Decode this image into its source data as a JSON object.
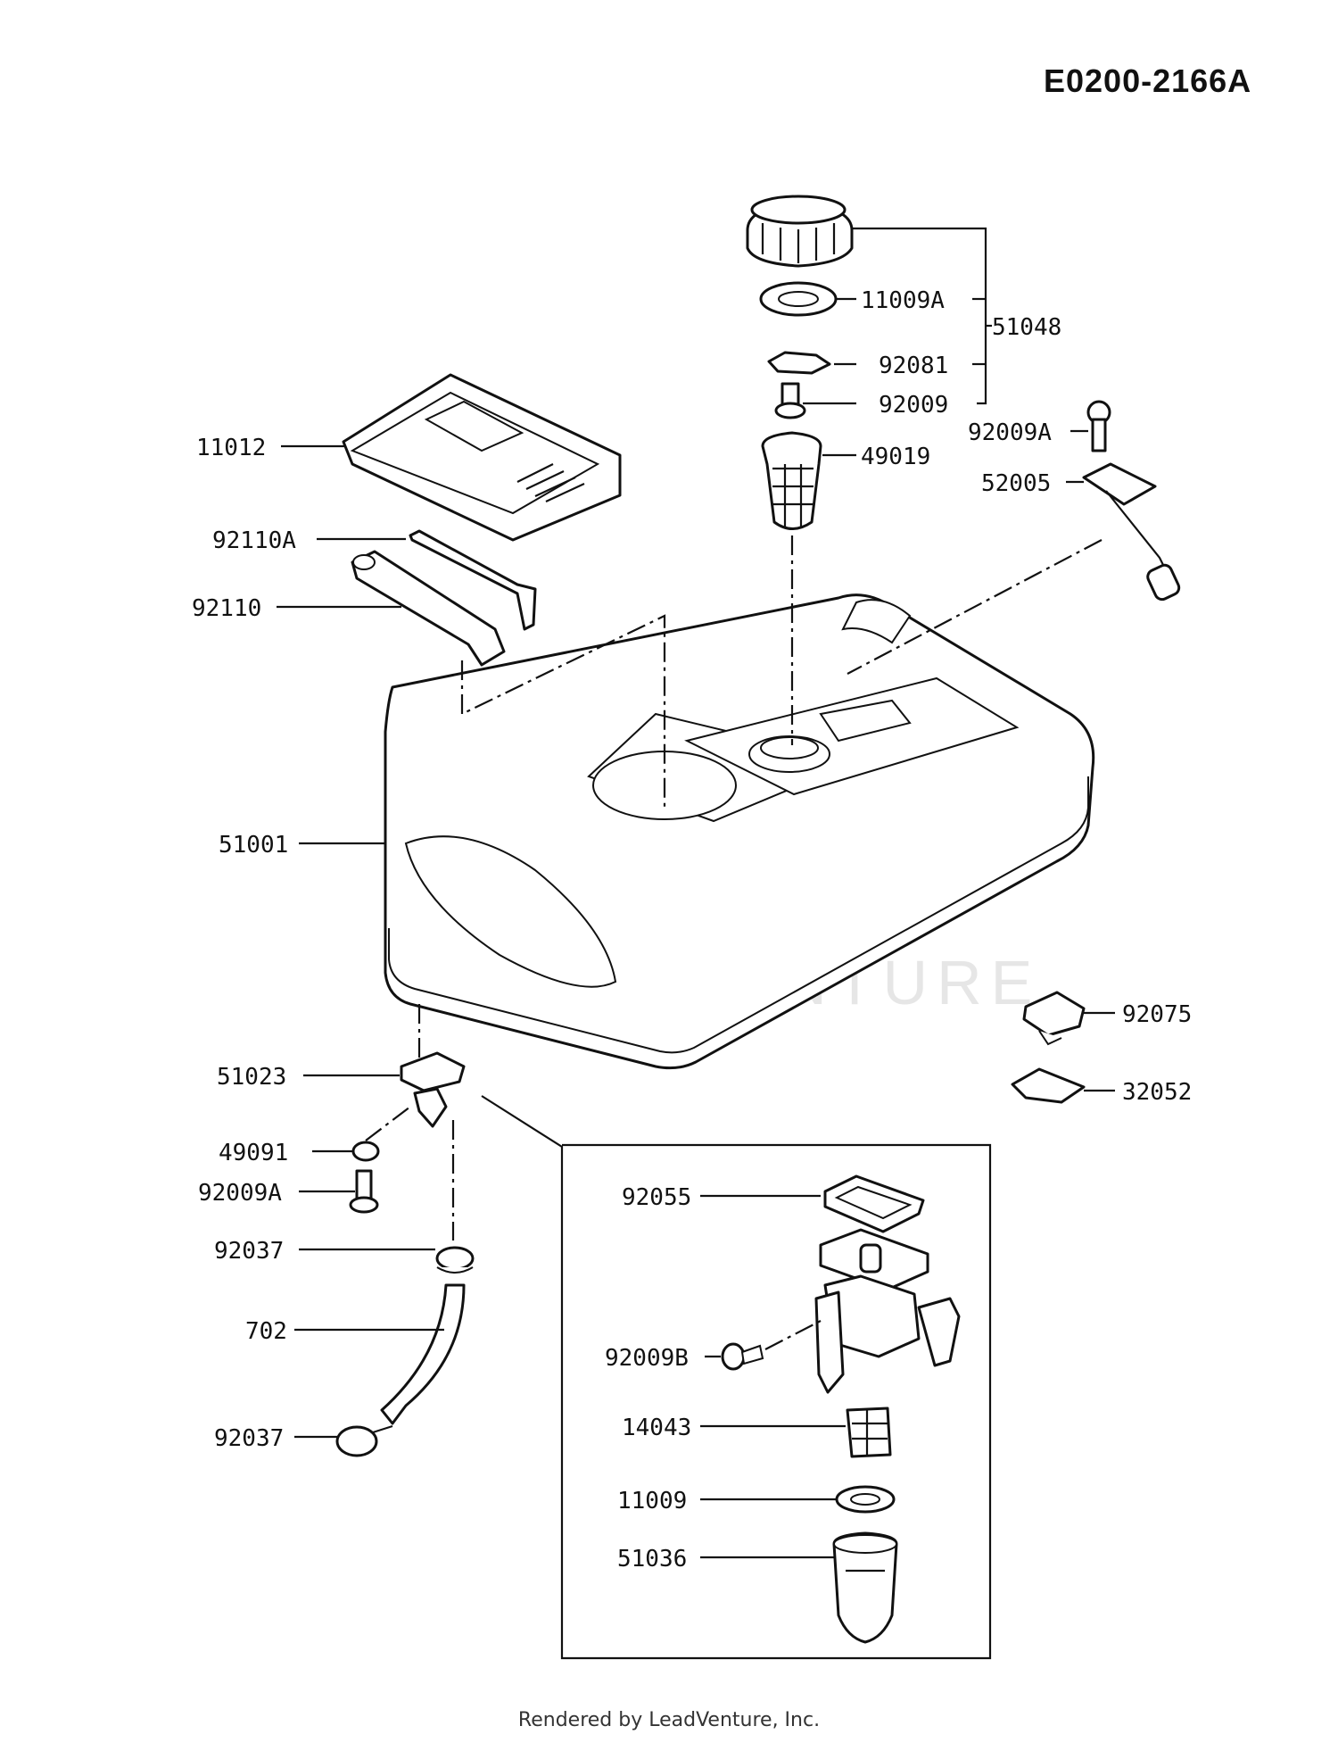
{
  "diagram_code": "E0200-2166A",
  "footer": "Rendered by LeadVenture, Inc.",
  "watermark": "LEADVENTURE",
  "labels": {
    "p51048": "51048",
    "p11009A": "11009A",
    "p92081": "92081",
    "p92009": "92009",
    "p92009A_top": "92009A",
    "p52005": "52005",
    "p49019": "49019",
    "p11012": "11012",
    "p92110A": "92110A",
    "p92110": "92110",
    "p51001": "51001",
    "p92075": "92075",
    "p32052": "32052",
    "p51023": "51023",
    "p49091": "49091",
    "p92009A_bot": "92009A",
    "p92037_top": "92037",
    "p702": "702",
    "p92037_bot": "92037",
    "p92055": "92055",
    "p92009B": "92009B",
    "p14043": "14043",
    "p11009": "11009",
    "p51036": "51036"
  }
}
